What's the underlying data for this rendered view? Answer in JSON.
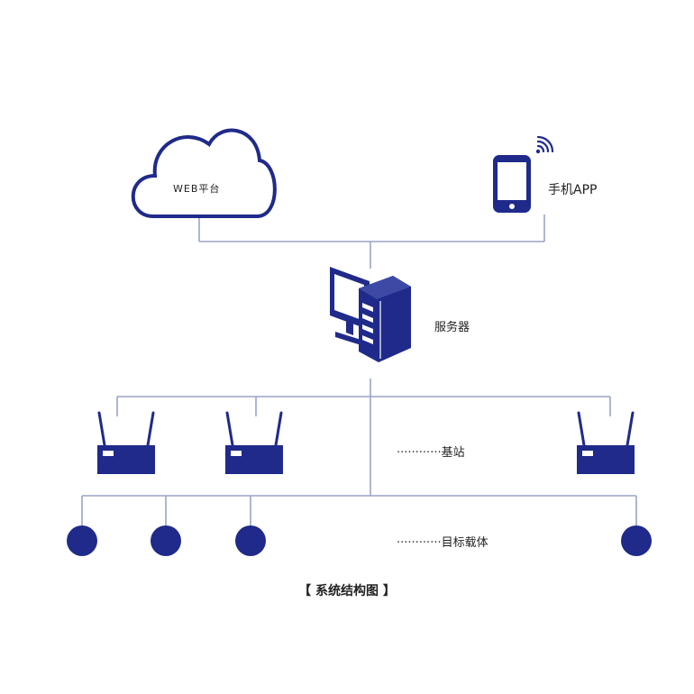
{
  "colors": {
    "primary": "#1f2a8a",
    "line": "#9aa3c6",
    "text": "#222222"
  },
  "labels": {
    "web": "WEB平台",
    "phone": "手机APP",
    "server": "服务器",
    "base_station": "基站",
    "target": "目标载体",
    "leader": "············",
    "caption": "【 系统结构图 】"
  },
  "icons": {
    "cloud": "cloud-icon",
    "phone": "smartphone-icon",
    "signal": "wifi-signal-icon",
    "server": "computer-server-icon",
    "base_station": "router-antenna-icon",
    "target": "circle-node-icon"
  },
  "base_station_count": 3,
  "target_count": 4
}
